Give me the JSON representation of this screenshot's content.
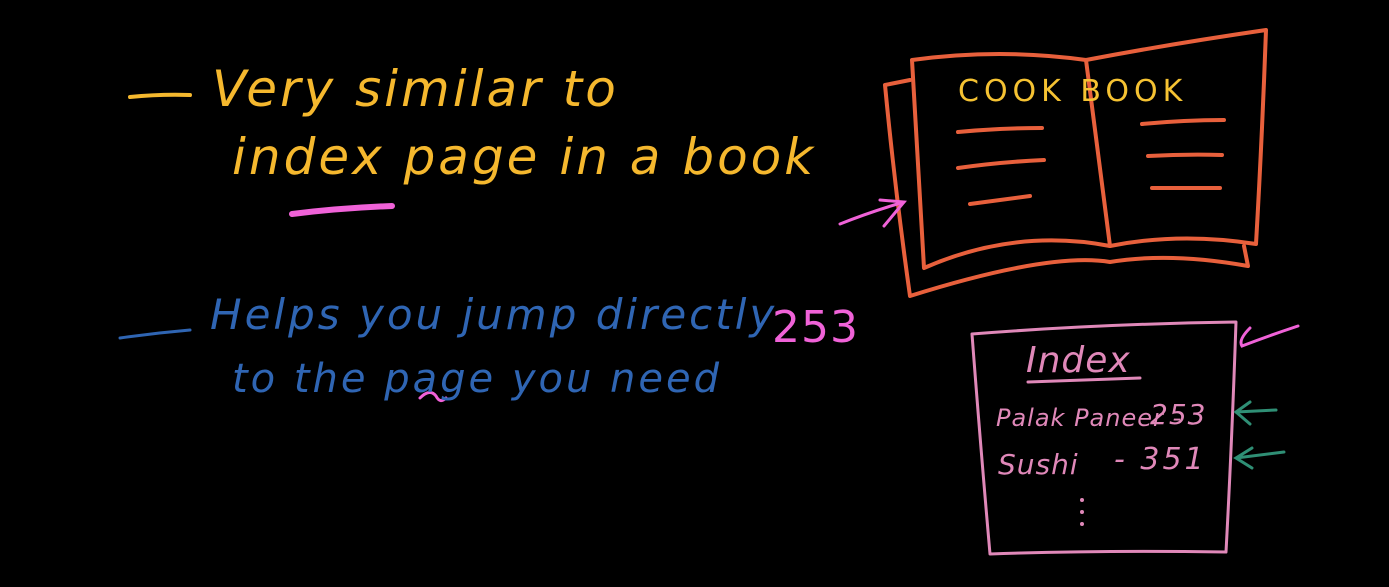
{
  "notes": {
    "line1": "Very similar to",
    "line2": "index page in a book",
    "line3": "Helps you jump directly",
    "line4": "to the page you need",
    "number": "253"
  },
  "cookbook": {
    "title": "COOK BOOK"
  },
  "index_card": {
    "title": "Index",
    "rows": [
      {
        "name": "Palak Paneer -",
        "page": "253"
      },
      {
        "name": "Sushi",
        "page": "- 351"
      }
    ]
  },
  "colors": {
    "background": "#000000",
    "yellow_text": "#f5b82e",
    "blue_text": "#2f65b3",
    "magenta_marker": "#f062d8",
    "book_outline": "#e8603c",
    "book_title": "#f5c232",
    "index_pink": "#e088b9",
    "arrow_teal": "#2f8f75"
  }
}
